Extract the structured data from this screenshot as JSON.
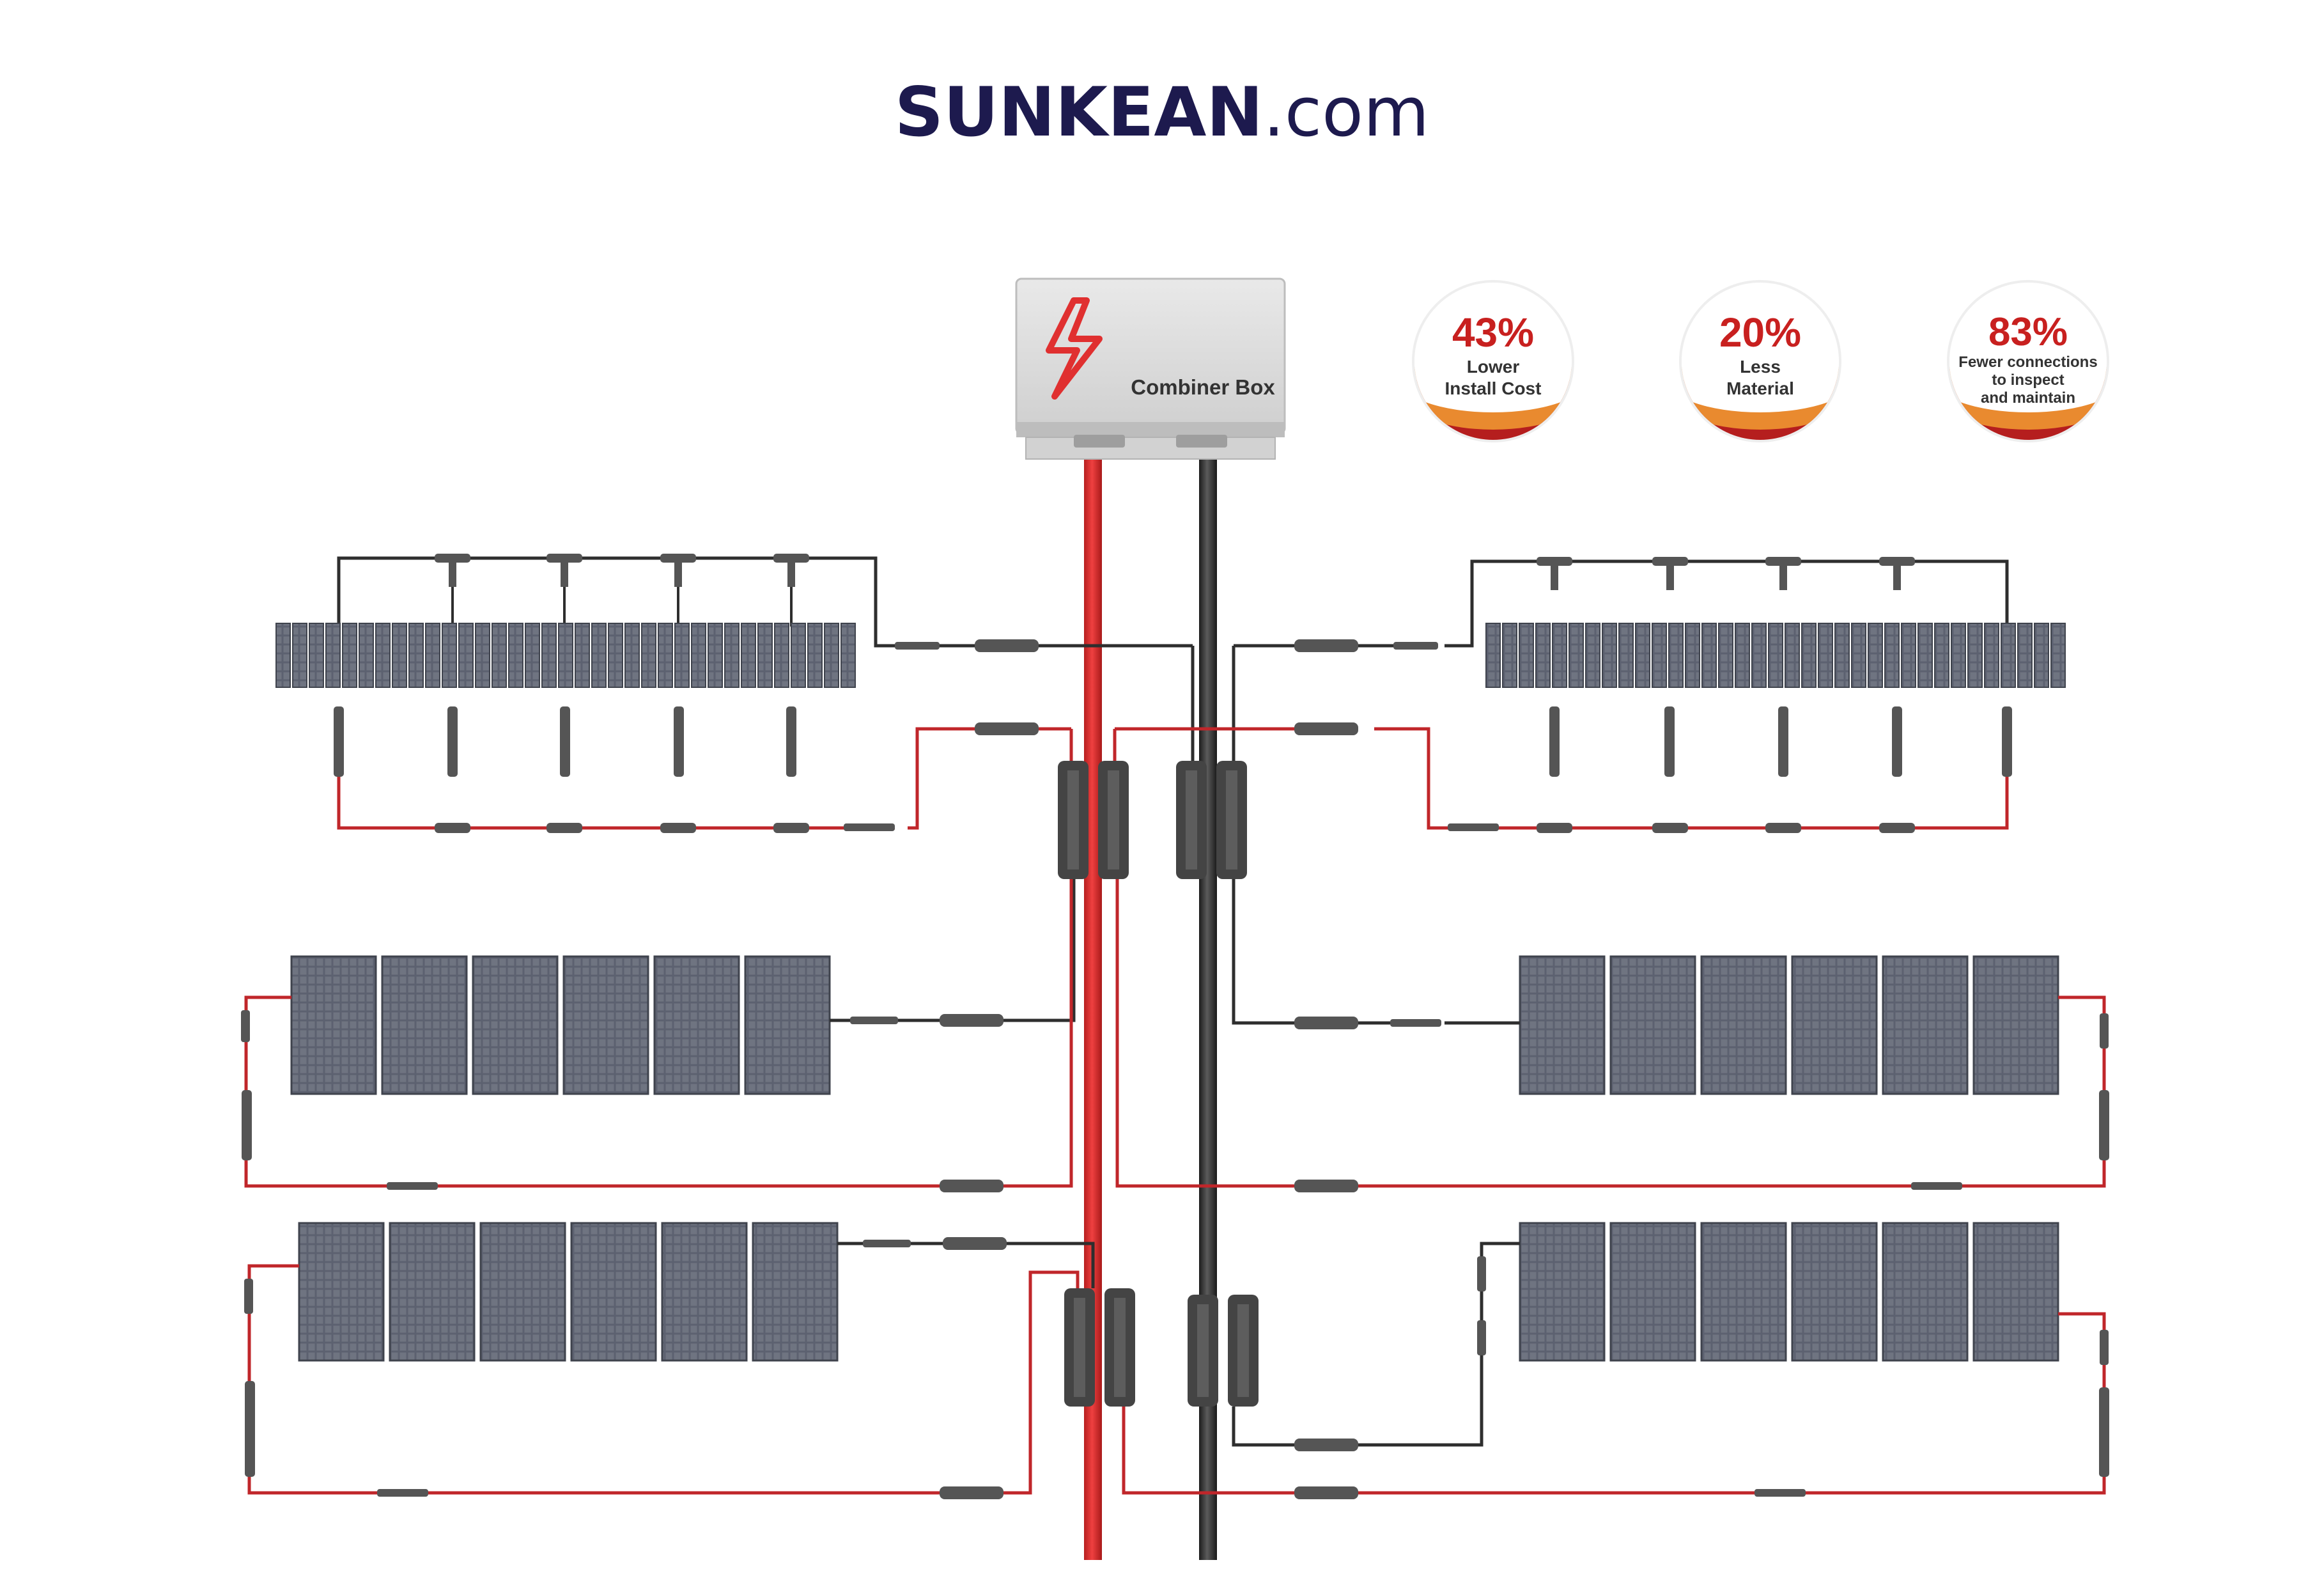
{
  "brand": {
    "name_bold": "SUNKEAN",
    "name_light": ".com",
    "color": "#1d1a4e"
  },
  "combiner_box": {
    "label": "Combiner Box",
    "icon": "lightning-bolt-icon"
  },
  "stats": [
    {
      "value": "43%",
      "line1": "Lower",
      "line2": "Install Cost",
      "line3": ""
    },
    {
      "value": "20%",
      "line1": "Less",
      "line2": "Material",
      "line3": ""
    },
    {
      "value": "83%",
      "line1": "Fewer connections",
      "line2": "to inspect",
      "line3": "and maintain"
    }
  ],
  "colors": {
    "positive_cable": "#d62a2a",
    "negative_cable": "#2e2e2e",
    "panel": "#5f6470",
    "panel_grid": "#c9ccd3",
    "stat_value": "#c8201f",
    "stat_arc": "#e07b2a",
    "box_body": "#dcdcdc"
  }
}
